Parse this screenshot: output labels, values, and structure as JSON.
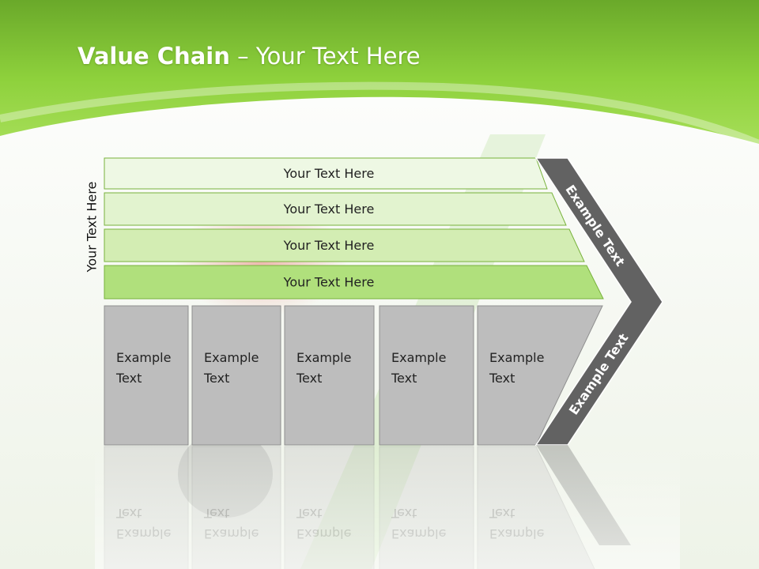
{
  "slide": {
    "title_bold": "Value Chain",
    "title_rest": " – Your Text Here",
    "side_label": "Your Text Here"
  },
  "support_rows": [
    {
      "label": "Your Text Here",
      "fill": "#eef8e4"
    },
    {
      "label": "Your Text Here",
      "fill": "#e2f3cf"
    },
    {
      "label": "Your Text Here",
      "fill": "#d3edb3"
    },
    {
      "label": "Your Text Here",
      "fill": "#b0e07c"
    }
  ],
  "primary_boxes": [
    {
      "line1": "Example",
      "line2": "Text"
    },
    {
      "line1": "Example",
      "line2": "Text"
    },
    {
      "line1": "Example",
      "line2": "Text"
    },
    {
      "line1": "Example",
      "line2": "Text"
    },
    {
      "line1": "Example",
      "line2": "Text"
    }
  ],
  "chevron": {
    "upper_label": "Example Text",
    "lower_label": "Example Text"
  },
  "colors": {
    "header_green": "#8ed13c",
    "header_dark": "#6aa92a",
    "box_gray": "#bdbdbd",
    "chevron_gray": "#626262",
    "row_border": "#78b23c"
  }
}
